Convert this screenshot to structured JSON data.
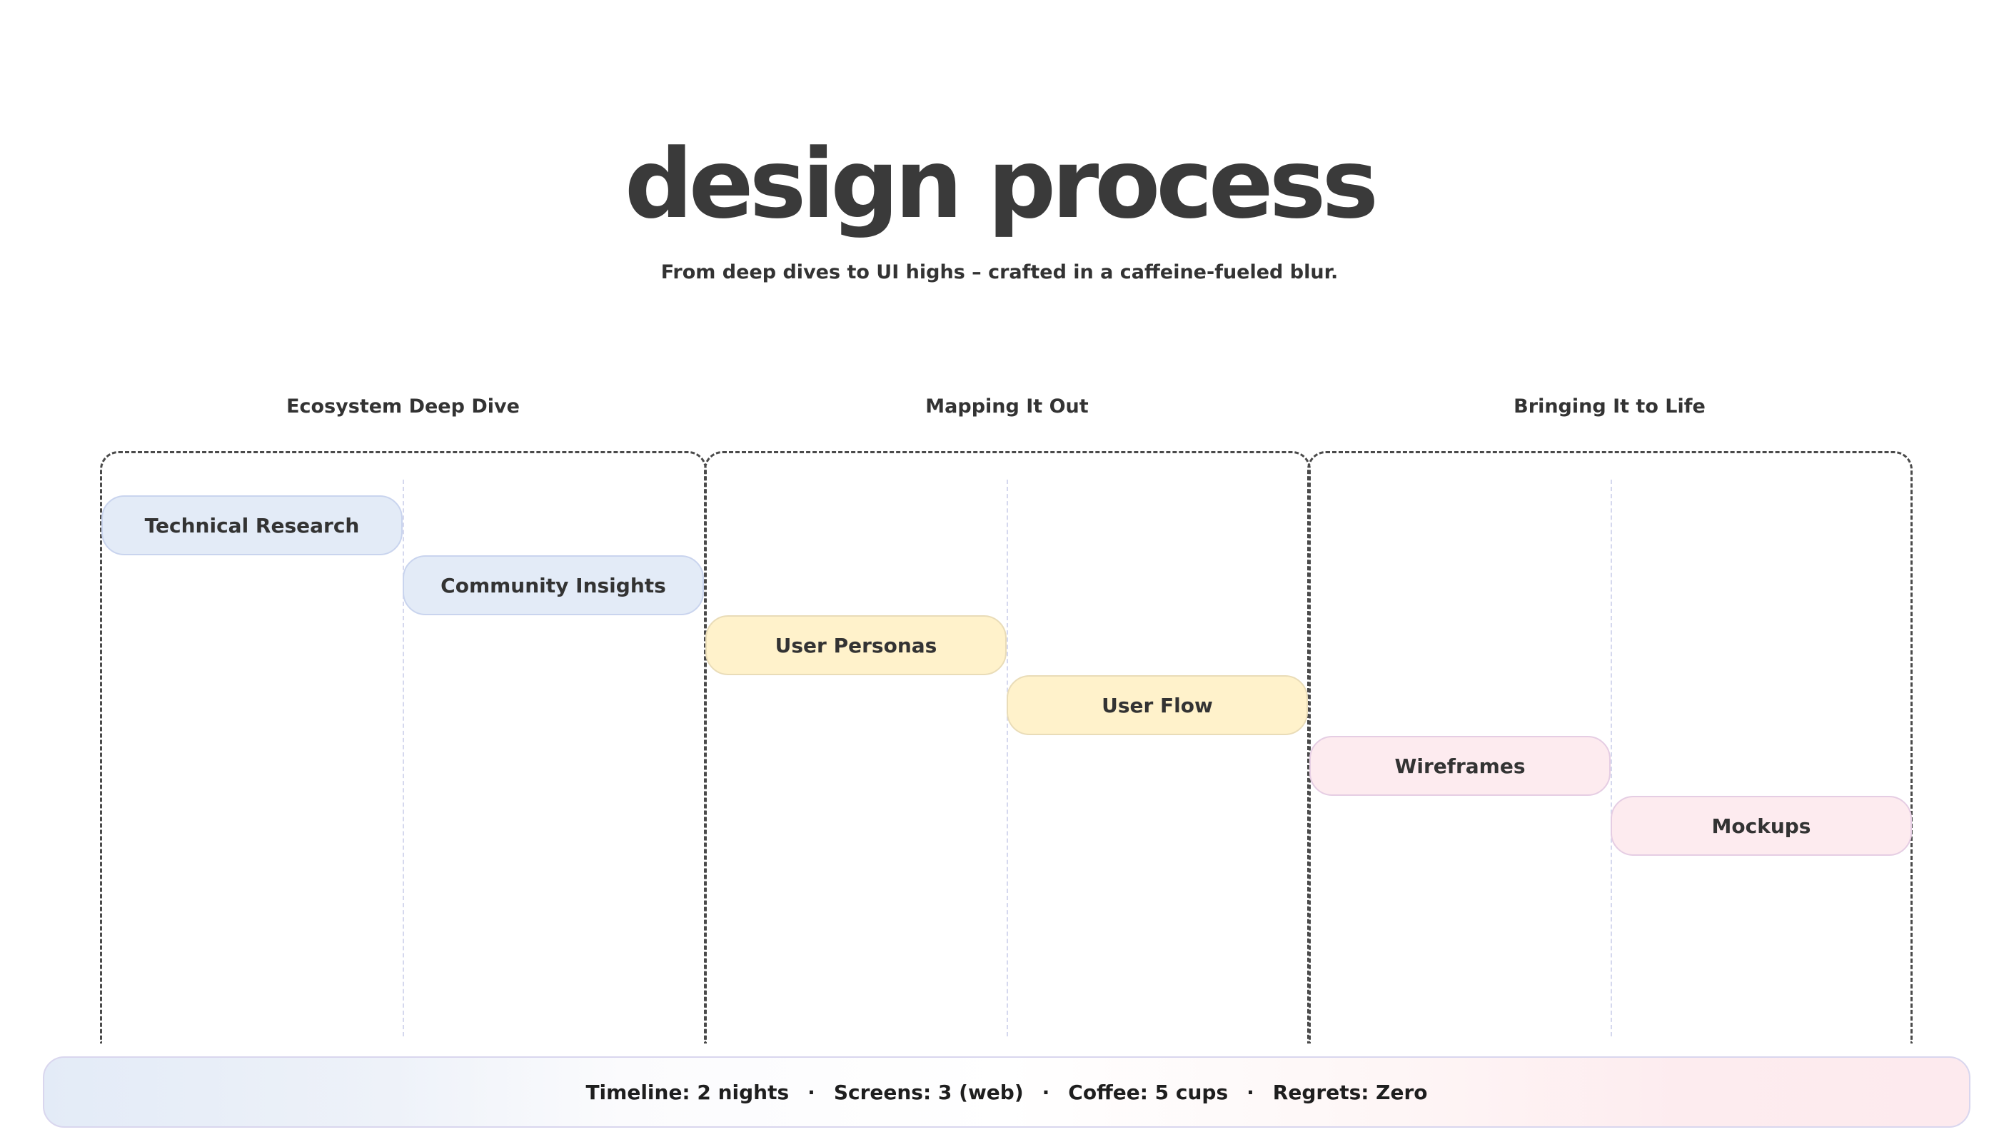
{
  "header": {
    "title": "design process",
    "subtitle": "From deep dives to UI highs – crafted in a caffeine-fueled blur."
  },
  "phases": [
    {
      "label": "Ecosystem Deep Dive",
      "steps": [
        "Technical Research",
        "Community Insights"
      ],
      "color": "#e3ebf7"
    },
    {
      "label": "Mapping It Out",
      "steps": [
        "User Personas",
        "User Flow"
      ],
      "color": "#fff2cb"
    },
    {
      "label": "Bringing It to Life",
      "steps": [
        "Wireframes",
        "Mockups"
      ],
      "color": "#fdebef"
    }
  ],
  "footer": {
    "items": [
      "Timeline: 2 nights",
      "Screens: 3 (web)",
      "Coffee: 5 cups",
      "Regrets: Zero"
    ],
    "separator": "·"
  }
}
